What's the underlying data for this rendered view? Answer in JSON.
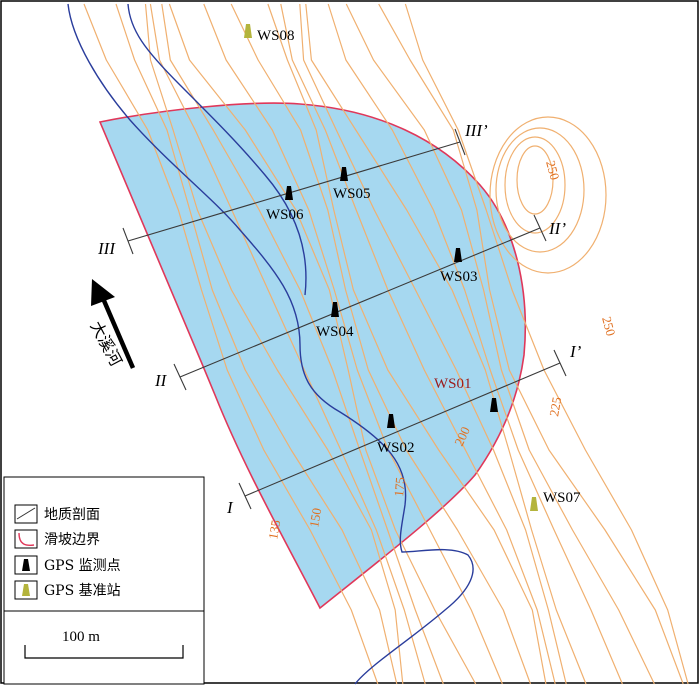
{
  "colors": {
    "landslide_fill": "#a6d8f0",
    "landslide_border": "#e0385a",
    "contour": "#f0b070",
    "river": "#2a3d9c",
    "section_line": "#3a3a3a",
    "gps_monitor": "#000000",
    "gps_base": "#b4b43c"
  },
  "river_label": "大溪河",
  "landslide_label": "WS01",
  "stations": [
    {
      "id": "WS02",
      "type": "monitor"
    },
    {
      "id": "WS03",
      "type": "monitor"
    },
    {
      "id": "WS04",
      "type": "monitor"
    },
    {
      "id": "WS05",
      "type": "monitor"
    },
    {
      "id": "WS06",
      "type": "monitor"
    },
    {
      "id": "WS07",
      "type": "base"
    },
    {
      "id": "WS08",
      "type": "base"
    }
  ],
  "sections": [
    {
      "start": "I",
      "end": "I’"
    },
    {
      "start": "II",
      "end": "II’"
    },
    {
      "start": "III",
      "end": "III’"
    }
  ],
  "contour_labels": [
    "135",
    "150",
    "175",
    "200",
    "225",
    "250",
    "250"
  ],
  "legend": {
    "items": [
      {
        "symbol": "section-line",
        "label": "地质剖面"
      },
      {
        "symbol": "landslide-boundary",
        "label": "滑坡边界"
      },
      {
        "symbol": "gps-monitor",
        "label": "GPS 监测点"
      },
      {
        "symbol": "gps-base",
        "label": "GPS 基准站"
      }
    ],
    "scale_label": "100 m"
  }
}
